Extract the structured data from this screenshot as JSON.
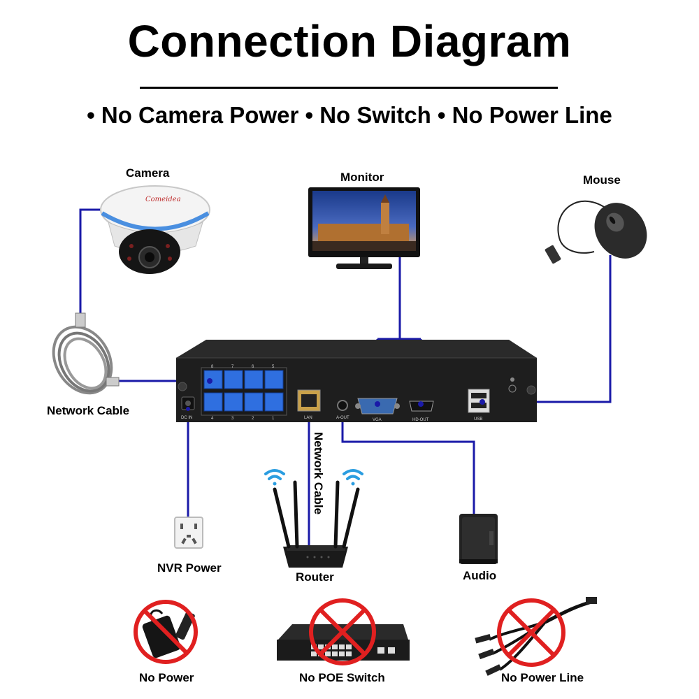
{
  "title": "Connection Diagram",
  "subtitle": "• No Camera Power • No Switch • No Power Line",
  "labels": {
    "camera": "Camera",
    "monitor": "Monitor",
    "mouse": "Mouse",
    "network_cable": "Network Cable",
    "network_cable_vertical": "Network Cable",
    "nvr_power": "NVR Power",
    "router": "Router",
    "audio": "Audio",
    "no_power": "No Power",
    "no_poe_switch": "No POE Switch",
    "no_power_line": "No Power Line"
  },
  "camera_brand": "Comeidea",
  "ports": {
    "top_numbers": [
      "8",
      "7",
      "6",
      "5"
    ],
    "bottom_numbers": [
      "4",
      "3",
      "2",
      "1"
    ],
    "dc_in": "DC IN",
    "lan": "LAN",
    "a_out": "A-OUT",
    "vga": "VGA",
    "hd_out": "HD-OUT",
    "usb": "USB"
  },
  "colors": {
    "cable": "#1a1aa8",
    "port_blue": "#2f6fe0",
    "prohibit_red": "#e02020",
    "nvr_body": "#1e1e1e"
  }
}
